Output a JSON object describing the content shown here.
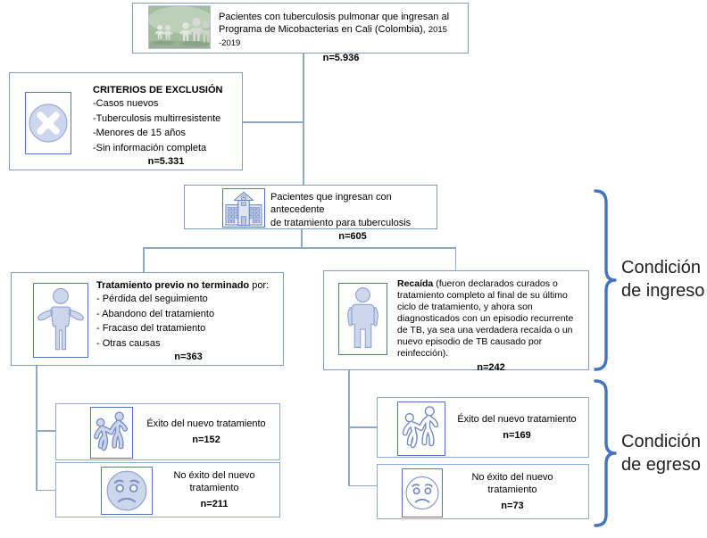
{
  "top_box": {
    "line1": "Pacientes con tuberculosis pulmonar que ingresan al",
    "line2": "Programa de Micobacterias en Cali (Colombia),",
    "years": "2015 -2019",
    "n": "n=5.936"
  },
  "exclusion_box": {
    "title": "CRITERIOS DE EXCLUSIÓN",
    "items": [
      "-Casos nuevos",
      "-Tuberculosis multirresistente",
      "-Menores de 15 años",
      "-Sin información completa"
    ],
    "n": "n=5.331"
  },
  "antecedente_box": {
    "line1": "Pacientes que ingresan con antecedente",
    "line2": "de tratamiento para tuberculosis",
    "n": "n=605"
  },
  "previo_box": {
    "title_bold": "Tratamiento previo no terminado",
    "title_rest": " por:",
    "items": [
      "- Pérdida del seguimiento",
      "- Abandono del tratamiento",
      "- Fracaso del tratamiento",
      "- Otras causas"
    ],
    "n": "n=363"
  },
  "recaida_box": {
    "title_bold": "Recaída",
    "body": " (fueron declarados curados o tratamiento completo al final de su último ciclo de tratamiento, y ahora son diagnosticados con un episodio recurrente de TB, ya sea una verdadera recaída o un nuevo episodio de TB causado por reinfección).",
    "n": "n=242"
  },
  "outcomes": {
    "left_exito": {
      "label": "Éxito del nuevo tratamiento",
      "n": "n=152"
    },
    "left_no_exito": {
      "label": "No éxito del nuevo tratamiento",
      "n": "n=211"
    },
    "right_exito": {
      "label": "Éxito del nuevo tratamiento",
      "n": "n=169"
    },
    "right_no_exito": {
      "label": "No éxito del nuevo tratamiento",
      "n": "n=73"
    }
  },
  "annotations": {
    "ingreso_line1": "Condición",
    "ingreso_line2": "de ingreso",
    "egreso_line1": "Condición",
    "egreso_line2": "de egreso"
  },
  "colors": {
    "box_border": "#7f9db9",
    "light_border": "#8faadc",
    "connector": "#8ea8c8",
    "icon_border": "#4f74c0",
    "icon_fill": "#ccd7ed",
    "icon_stroke": "#7289c4",
    "brace": "#4472c4",
    "photo_green": "#a3bda0"
  }
}
